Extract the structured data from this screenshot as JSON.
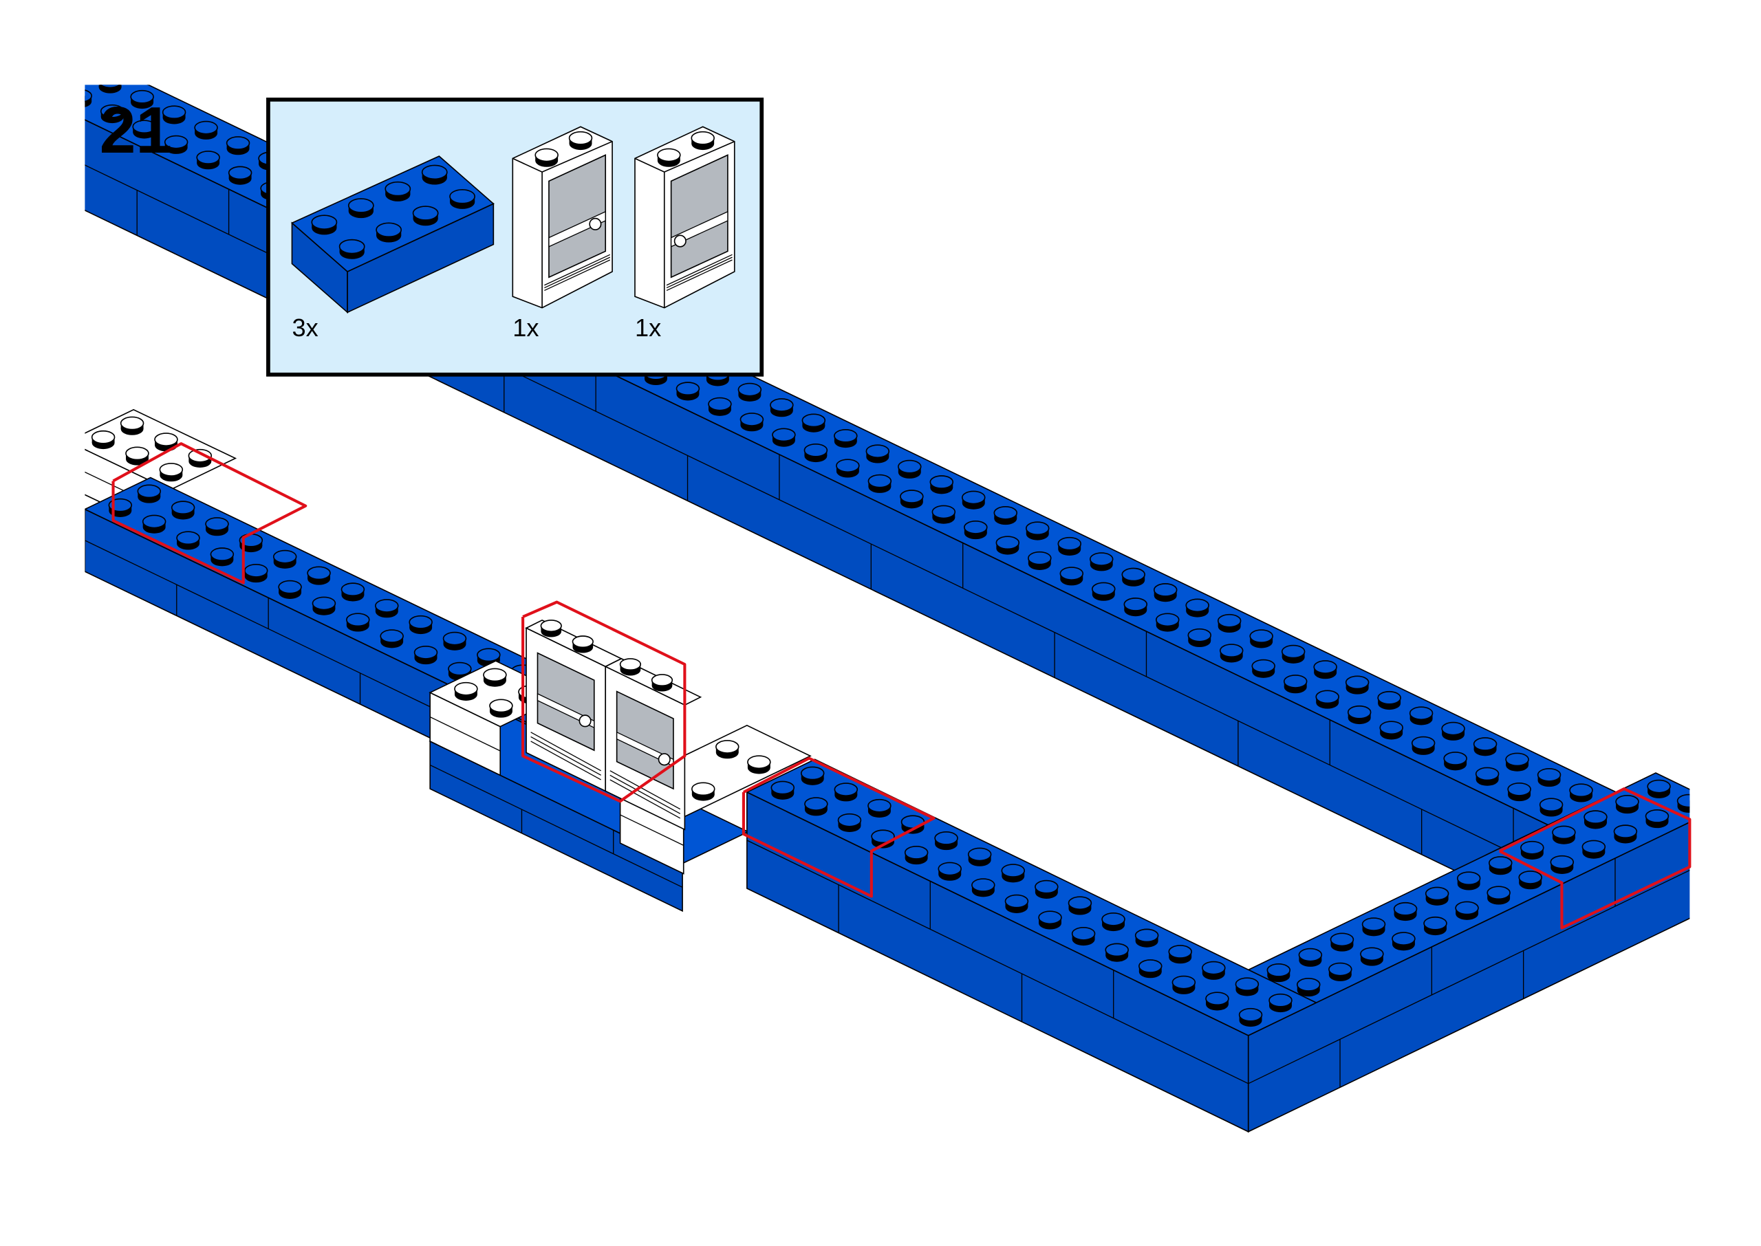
{
  "step": {
    "number": "21"
  },
  "parts_list": {
    "items": [
      {
        "part": "blue-brick-2x4",
        "quantity": "3x"
      },
      {
        "part": "white-door-left-hinge",
        "quantity": "1x"
      },
      {
        "part": "white-door-right-hinge",
        "quantity": "1x"
      }
    ]
  },
  "colors": {
    "brick_blue_top": "#0055d4",
    "brick_blue_side": "#004cc0",
    "brick_white": "#ffffff",
    "door_glass": "#b4b9bf",
    "parts_box_bg": "#d6eefc",
    "highlight_red": "#e0101a"
  }
}
